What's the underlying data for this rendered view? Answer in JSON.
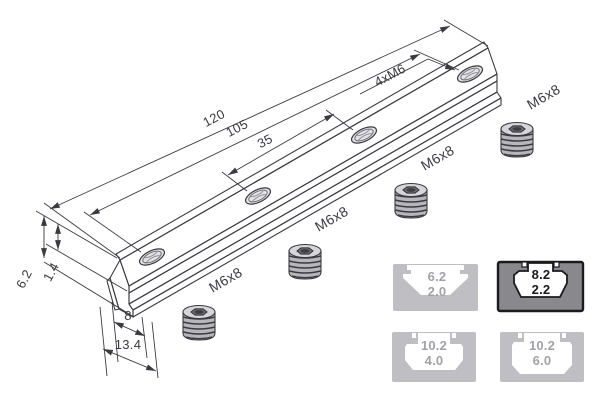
{
  "drawing": {
    "title": "connecting-strip-technical-drawing",
    "dims": {
      "length_total": "120",
      "length_hole_span": "105",
      "hole_spacing": "35",
      "thread_callout": "4xM6",
      "height_total": "6.2",
      "lip_height": "1.4",
      "width_top": "8",
      "width_bottom": "13.4"
    },
    "screw_labels": [
      "M6x8",
      "M6x8",
      "M6x8",
      "M6x8"
    ],
    "colors": {
      "line": "#3a3a40",
      "face_top": "#c9c9ce",
      "face_front": "#bcbcc2",
      "face_light": "#d6d6da",
      "face_dark": "#aeaeb4",
      "highlight_border": "#1b1b1e"
    }
  },
  "legend": {
    "items": [
      {
        "line1": "6.2",
        "line2": "2.0",
        "highlighted": false
      },
      {
        "line1": "8.2",
        "line2": "2.2",
        "highlighted": true
      },
      {
        "line1": "10.2",
        "line2": "4.0",
        "highlighted": false
      },
      {
        "line1": "10.2",
        "line2": "6.0",
        "highlighted": false
      }
    ]
  }
}
